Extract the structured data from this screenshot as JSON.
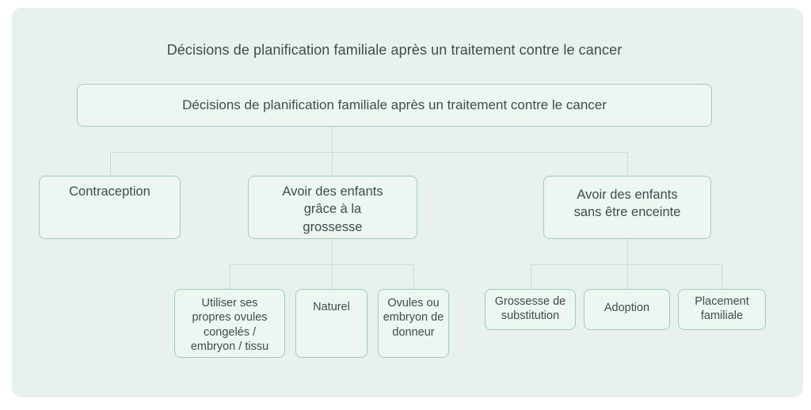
{
  "title": "Décisions de planification familiale après un traitement contre le cancer",
  "root": {
    "label": "Décisions de planification familiale après un traitement contre le cancer"
  },
  "branches": [
    {
      "label": "Contraception",
      "children": []
    },
    {
      "label": "Avoir des enfants\ngrâce à la\ngrossesse",
      "children": [
        {
          "label": "Utiliser ses\npropres ovules\ncongelés /\nembryon / tissu"
        },
        {
          "label": "Naturel"
        },
        {
          "label": "Ovules ou\nembryon de\ndonneur"
        }
      ]
    },
    {
      "label": "Avoir des enfants\nsans être enceinte",
      "children": [
        {
          "label": "Grossesse de\nsubstitution"
        },
        {
          "label": "Adoption"
        },
        {
          "label": "Placement\nfamiliale"
        }
      ]
    }
  ],
  "colors": {
    "panel_bg": "#e8f1ed",
    "node_bg": "#eef6f2",
    "node_border": "#9bcfbc",
    "connector": "#d2d7d9",
    "text": "#414b4b"
  }
}
